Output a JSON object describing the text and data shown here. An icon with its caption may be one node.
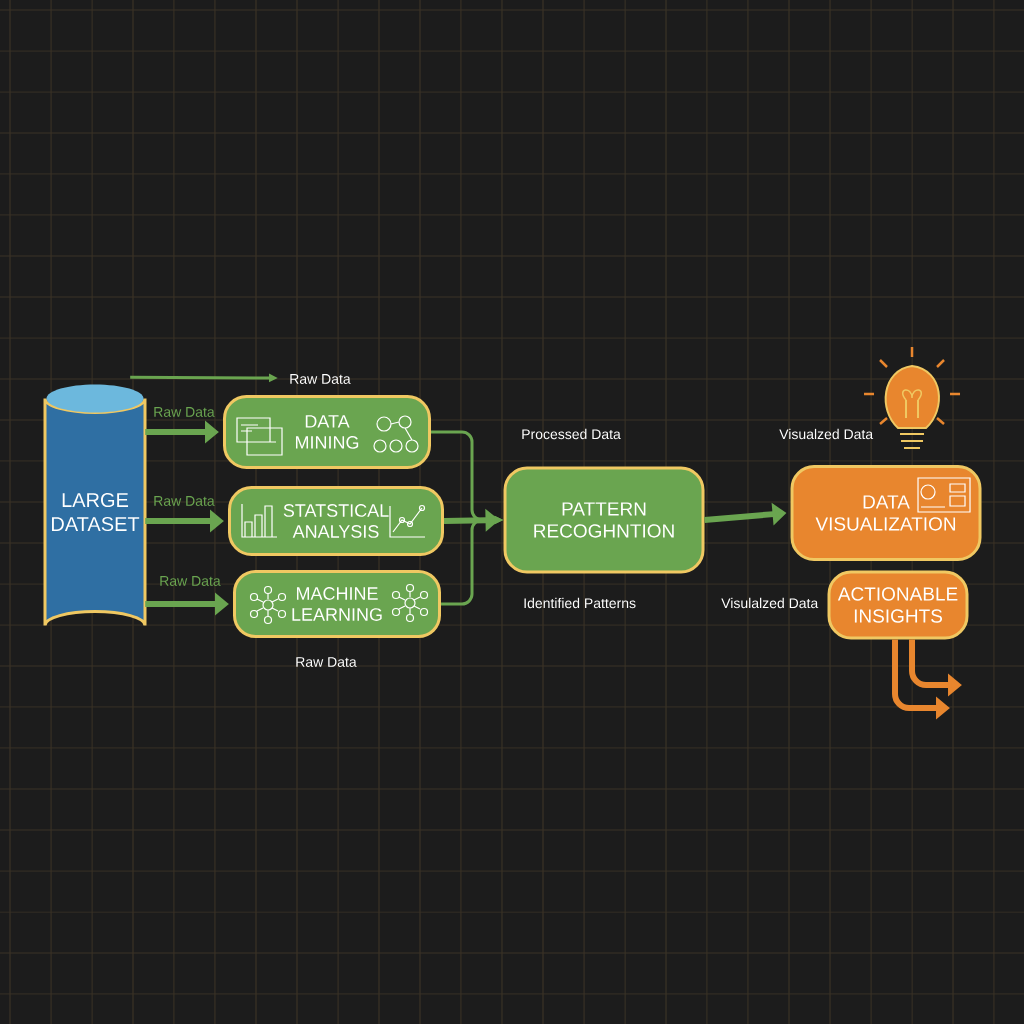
{
  "diagram": {
    "nodes": [
      {
        "text": [
          "LARGE DATASET"
        ]
      },
      {
        "text": [
          "DATA MINING"
        ]
      },
      {
        "text": [
          "STATSTICAL ANALYSIS"
        ]
      },
      {
        "text": [
          "MACHINE LEARNING"
        ]
      },
      {
        "text": [
          "PATTERN RECOGHNTION"
        ]
      },
      {
        "text": [
          "DATA VISUALIZATION"
        ]
      },
      {
        "text": [
          "ACTIONABLE INSIGHTS"
        ]
      }
    ],
    "edges": [
      {
        "from": 0,
        "to": null,
        "arrow": "to",
        "label": "Raw Data"
      },
      {
        "from": 0,
        "to": 1,
        "arrow": "to",
        "label": "Raw Data"
      },
      {
        "from": 0,
        "to": 2,
        "arrow": "to",
        "label": "Raw Data"
      },
      {
        "from": 0,
        "to": 3,
        "arrow": "to",
        "label": "Raw Data"
      },
      {
        "from": 1,
        "to": 4,
        "arrow": "to"
      },
      {
        "from": 2,
        "to": 4,
        "arrow": "to"
      },
      {
        "from": 3,
        "to": 4,
        "arrow": "to"
      },
      {
        "from": 4,
        "to": 5,
        "arrow": "to"
      },
      {
        "from": 6,
        "to": null,
        "arrow": "to",
        "color": "#e8862e"
      },
      {
        "from": 6,
        "to": null,
        "arrow": "to",
        "color": "#e8862e"
      }
    ],
    "labels": [
      "Processed Data",
      "Visualzed Data",
      "Identified Patterns",
      "Visulalzed Data",
      "Raw Data"
    ]
  }
}
